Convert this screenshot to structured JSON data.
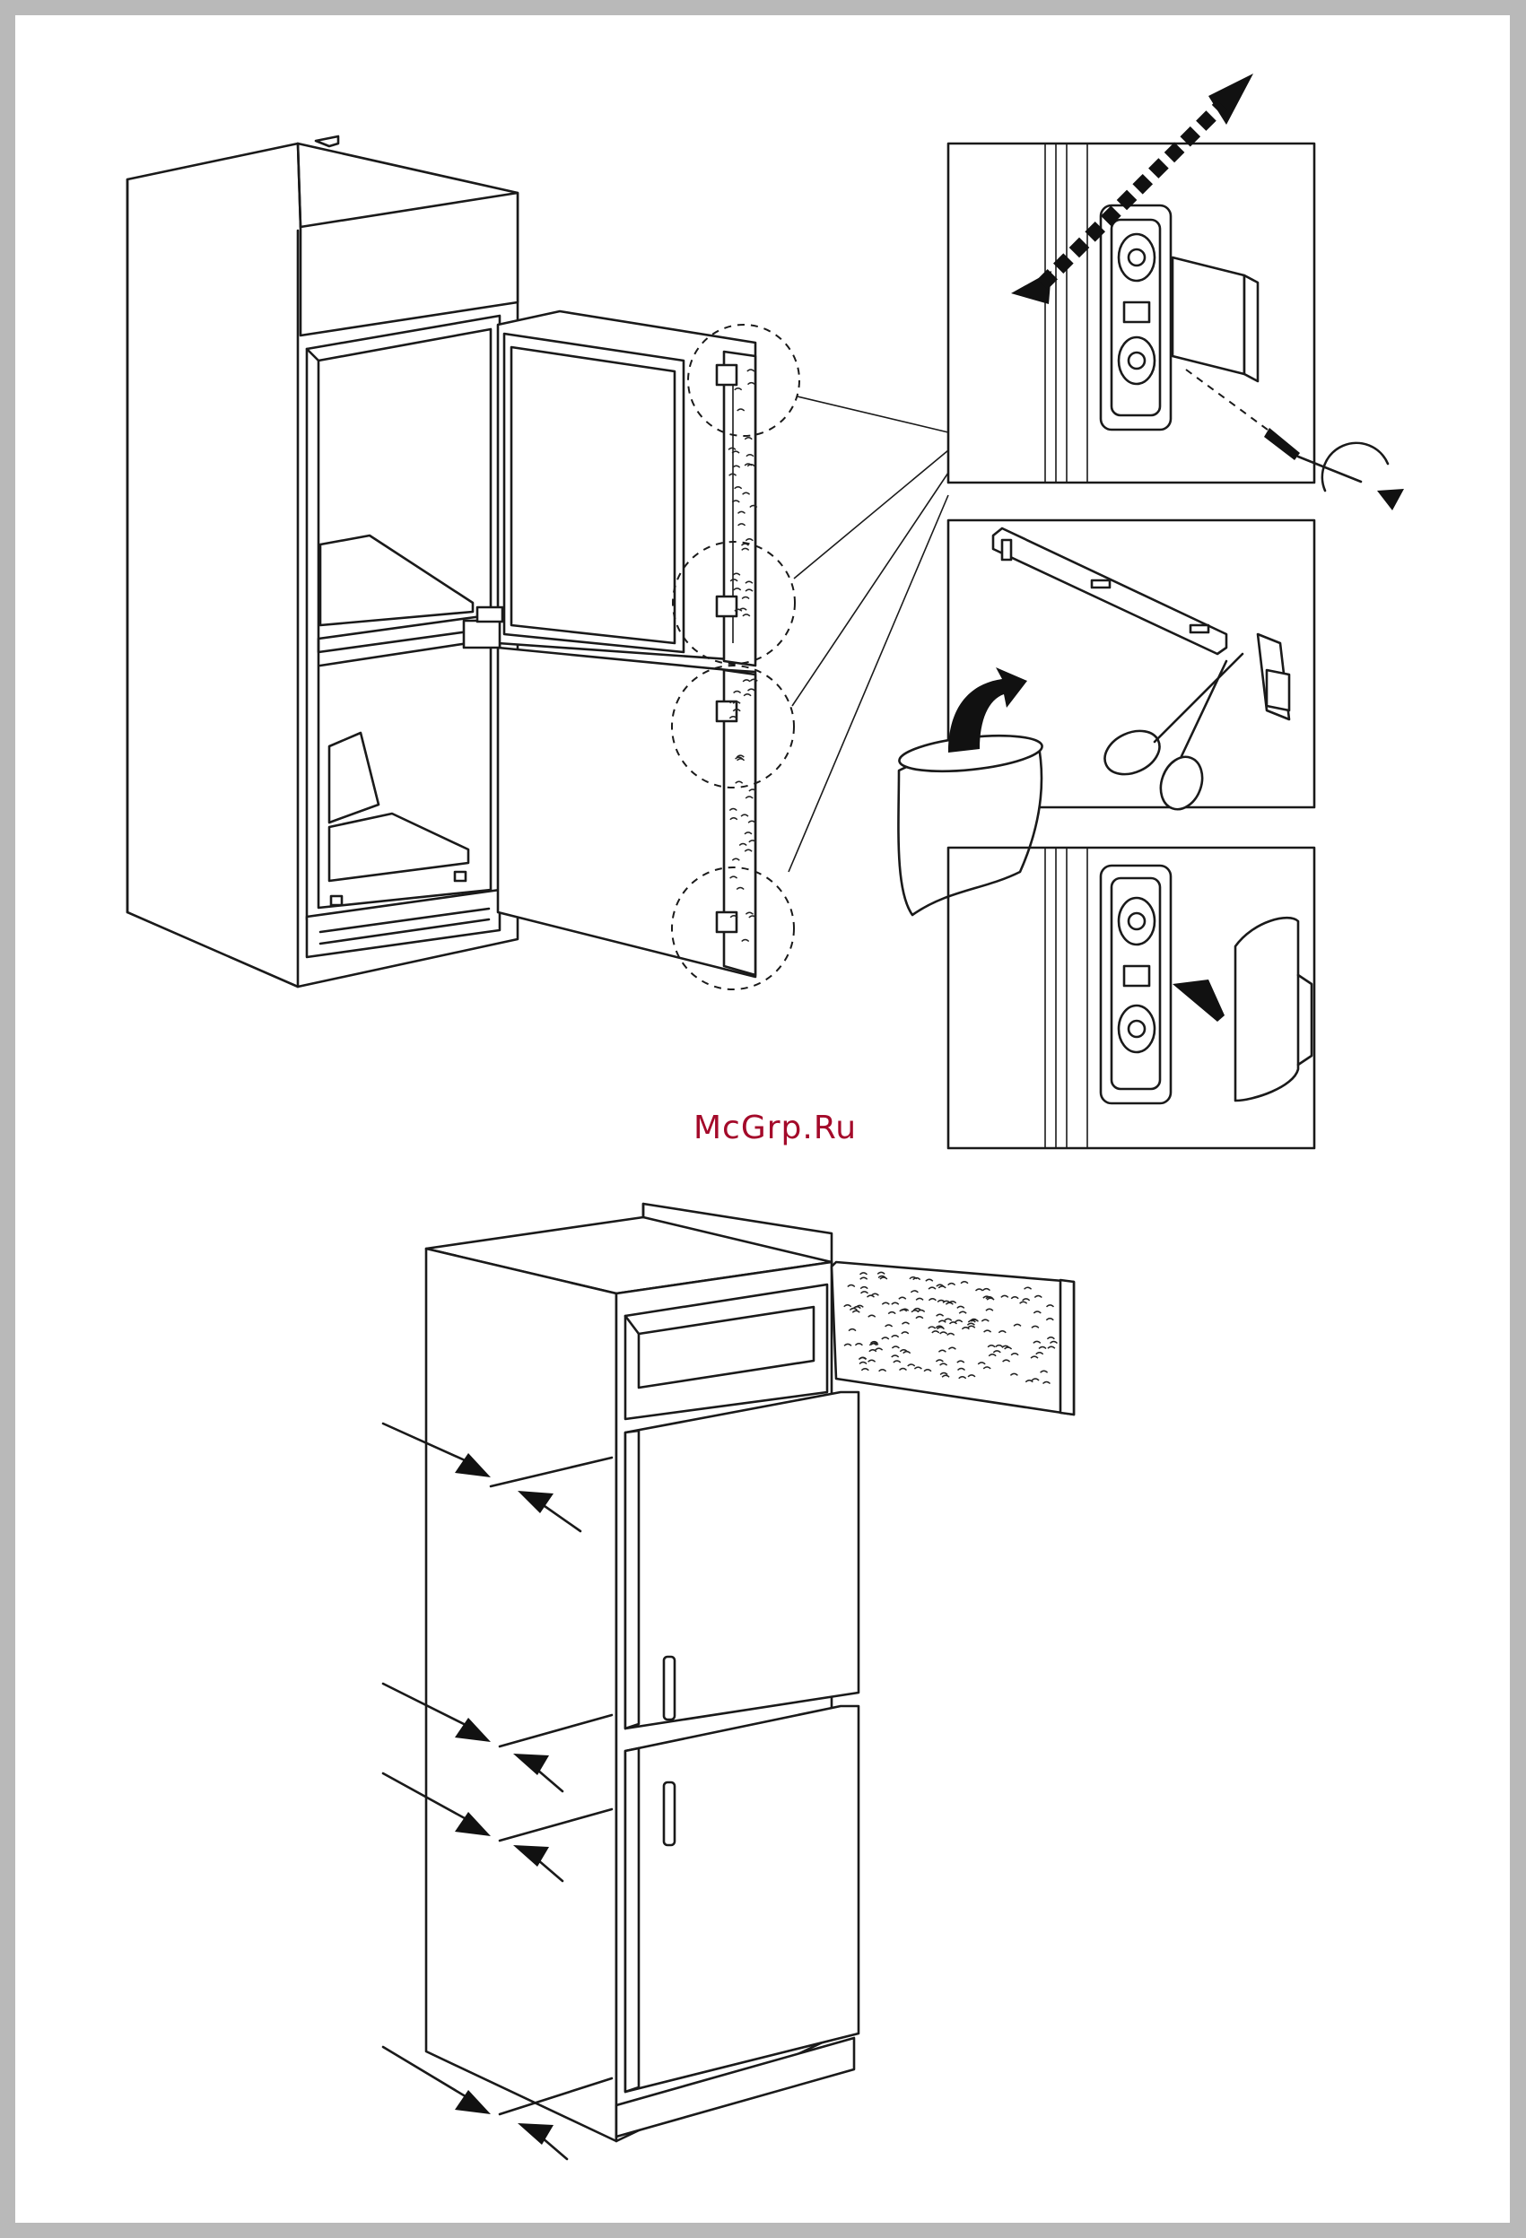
{
  "watermark": {
    "text": "McGrp.Ru",
    "color": "#a40a2a"
  },
  "figures": [
    {
      "id": "hinge-mounting",
      "icons": [
        "refrigerator-open-doors",
        "hinge-bracket",
        "screwdriver",
        "scissors",
        "parts-bag",
        "hinge-cover"
      ]
    },
    {
      "id": "cabinet-installation",
      "icons": [
        "cabinet-with-panel",
        "gap-arrows"
      ]
    }
  ]
}
